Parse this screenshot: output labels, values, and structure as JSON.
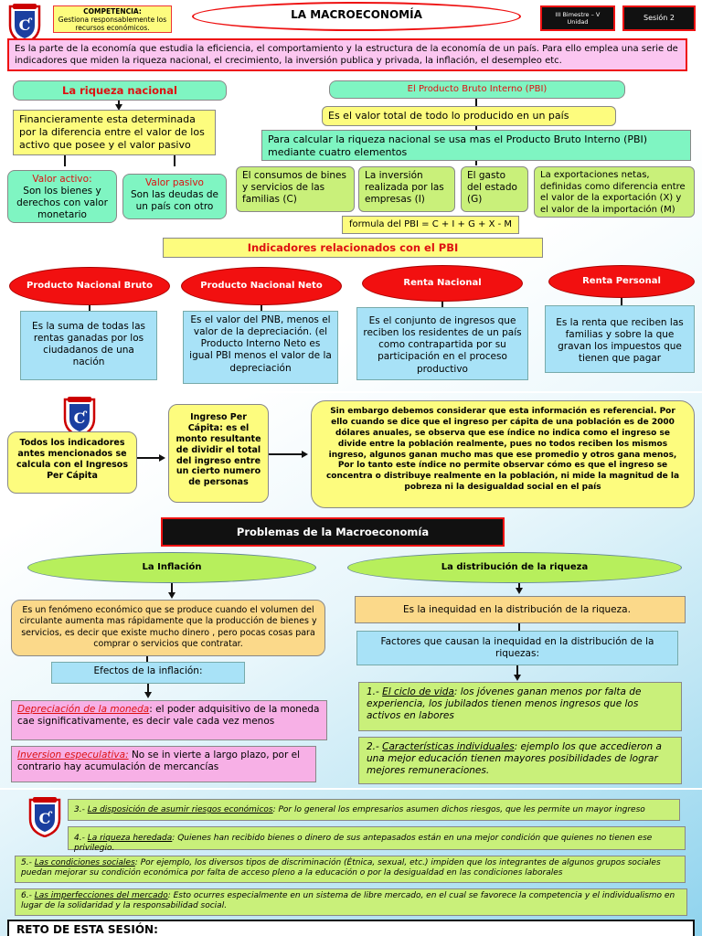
{
  "header": {
    "competencia_title": "COMPETENCIA:",
    "competencia_text": "Gestiona responsablemente los recursos económicos.",
    "title": "LA MACROECONOMÍA",
    "bimestre": "III Bimestre – V Unidad",
    "sesion": "Sesión 2"
  },
  "intro": "Es la parte de la economía que estudia la eficiencia, el comportamiento y la estructura de la economía de un país. Para ello emplea una serie de indicadores que miden la riqueza nacional, el crecimiento, la inversión publica y privada, la inflación, el desempleo etc.",
  "riqueza": {
    "title": "La riqueza nacional",
    "def": "Financieramente esta determinada por la diferencia entre el valor de los activo que posee y el valor pasivo",
    "activo_t": "Valor activo:",
    "activo": "Son los bienes y derechos con valor monetario",
    "pasivo_t": "Valor pasivo",
    "pasivo": "Son las deudas de un país con otro"
  },
  "pbi": {
    "title": "El Producto Bruto Interno (PBI)",
    "def": "Es el valor total de todo lo producido en un país",
    "calc": "Para calcular la riqueza nacional se usa mas el Producto Bruto Interno (PBI) mediante cuatro elementos",
    "e1": "El consumos de bines y servicios de las familias (C)",
    "e2": "La inversión realizada por las empresas (I)",
    "e3": "El gasto del estado (G)",
    "e4": "La exportaciones netas, definidas como diferencia entre el valor de la exportación (X) y el valor de la importación (M)",
    "formula": "formula del PBI = C + I + G + X - M"
  },
  "indicadores": {
    "title": "Indicadores relacionados con el PBI",
    "i1": "Producto Nacional Bruto",
    "i2": "Producto Nacional Neto",
    "i3": "Renta Nacional",
    "i4": "Renta Personal",
    "d1": "Es la suma de todas las rentas ganadas por los ciudadanos de una nación",
    "d2": "Es el valor del PNB, menos el valor de la depreciación. (el Producto Interno Neto es igual PBI menos el valor de la depreciación",
    "d3": "Es el conjunto de ingresos que reciben los residentes de un país como contrapartida por su participación en el proceso productivo",
    "d4": "Es la renta que reciben las familias y sobre la que gravan  los impuestos que tienen que pagar"
  },
  "percapita": {
    "left": "Todos los indicadores antes mencionados  se calcula con el Ingresos Per Cápita",
    "middle": "Ingreso Per Cápita: es el monto resultante de dividir el total del ingreso entre un cierto numero de personas",
    "right": "Sin embargo  debemos considerar que esta información es referencial. Por ello cuando se dice que el ingreso per cápita  de una población es de 2000 dólares anuales, se observa que ese índice no indica como el ingreso se divide entre la población realmente, pues no todos reciben los mismos ingreso, algunos ganan mucho mas que ese promedio y otros gana menos, Por lo tanto este índice no permite observar cómo es que el ingreso se concentra o distribuye realmente en la población, ni mide la magnitud de la pobreza ni la desigualdad social en el país"
  },
  "problemas": {
    "title": "Problemas de la Macroeconomía",
    "inflacion": "La Inflación",
    "distribucion": "La distribución de la riqueza",
    "inf_def": "Es un fenómeno económico que se produce cuando el volumen del circulante aumenta mas rápidamente que la producción de bienes y servicios, es decir que existe mucho dinero , pero pocas cosas para comprar o servicios que contratar.",
    "efectos": "Efectos de la inflación:",
    "dep_t": "Depreciación de la moneda",
    "dep": ": el poder adquisitivo de la moneda cae significativamente, es decir vale cada vez menos",
    "inv_t": "Inversion especulativa:",
    "inv": " No se in vierte a largo plazo, por el contrario hay acumulación de mercancías",
    "dist_def": "Es la inequidad en la distribución de la riqueza.",
    "factores": "Factores que causan la inequidad en la distribución de la riquezas:",
    "f1_n": "1.- ",
    "f1_t": "El ciclo de vida",
    "f1": ": los jóvenes ganan menos por falta de experiencia, los jubilados tienen menos ingresos que los activos en labores",
    "f2_n": "2.- ",
    "f2_t": "Características individuales",
    "f2": ": ejemplo los que accedieron a una mejor educación  tienen mayores posibilidades de lograr mejores remuneraciones.",
    "f3_n": "3.- ",
    "f3_t": "La disposición de asumir  riesgos económicos",
    "f3": ": Por lo general los empresarios asumen dichos riesgos, que les permite un mayor ingreso",
    "f4_n": "4.- ",
    "f4_t": "La riqueza heredada",
    "f4": ": Quienes han recibido bienes o dinero de sus antepasados  están en una mejor condición  que quienes no tienen ese privilegio.",
    "f5_n": "5.- ",
    "f5_t": "Las condiciones sociales",
    "f5": ": Por ejemplo, los diversos tipos  de discriminación (Étnica, sexual, etc.) impiden que los integrantes  de algunos grupos sociales puedan mejorar su condición económica por falta de acceso pleno a la educación o por la desigualdad en las condiciones laborales",
    "f6_n": "6.- ",
    "f6_t": "Las imperfecciones del mercado",
    "f6": ": Esto ocurres especialmente en un sistema de libre mercado, en el cual se favorece la competencia y el individualismo en lugar de la solidaridad y la responsabilidad social."
  },
  "reto": "RETO DE ESTA SESIÓN:"
}
